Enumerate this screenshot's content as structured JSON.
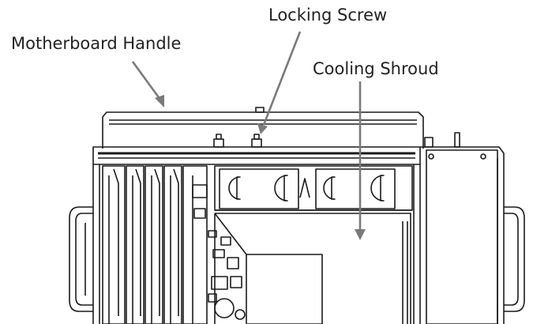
{
  "diagram": {
    "callouts": [
      {
        "id": "motherboard-handle",
        "label": "Motherboard Handle"
      },
      {
        "id": "locking-screw",
        "label": "Locking Screw"
      },
      {
        "id": "cooling-shroud",
        "label": "Cooling Shroud"
      }
    ],
    "colors": {
      "line": "#1a1a1a",
      "arrow": "#7a7a7a",
      "text": "#222222",
      "background": "#ffffff"
    }
  }
}
